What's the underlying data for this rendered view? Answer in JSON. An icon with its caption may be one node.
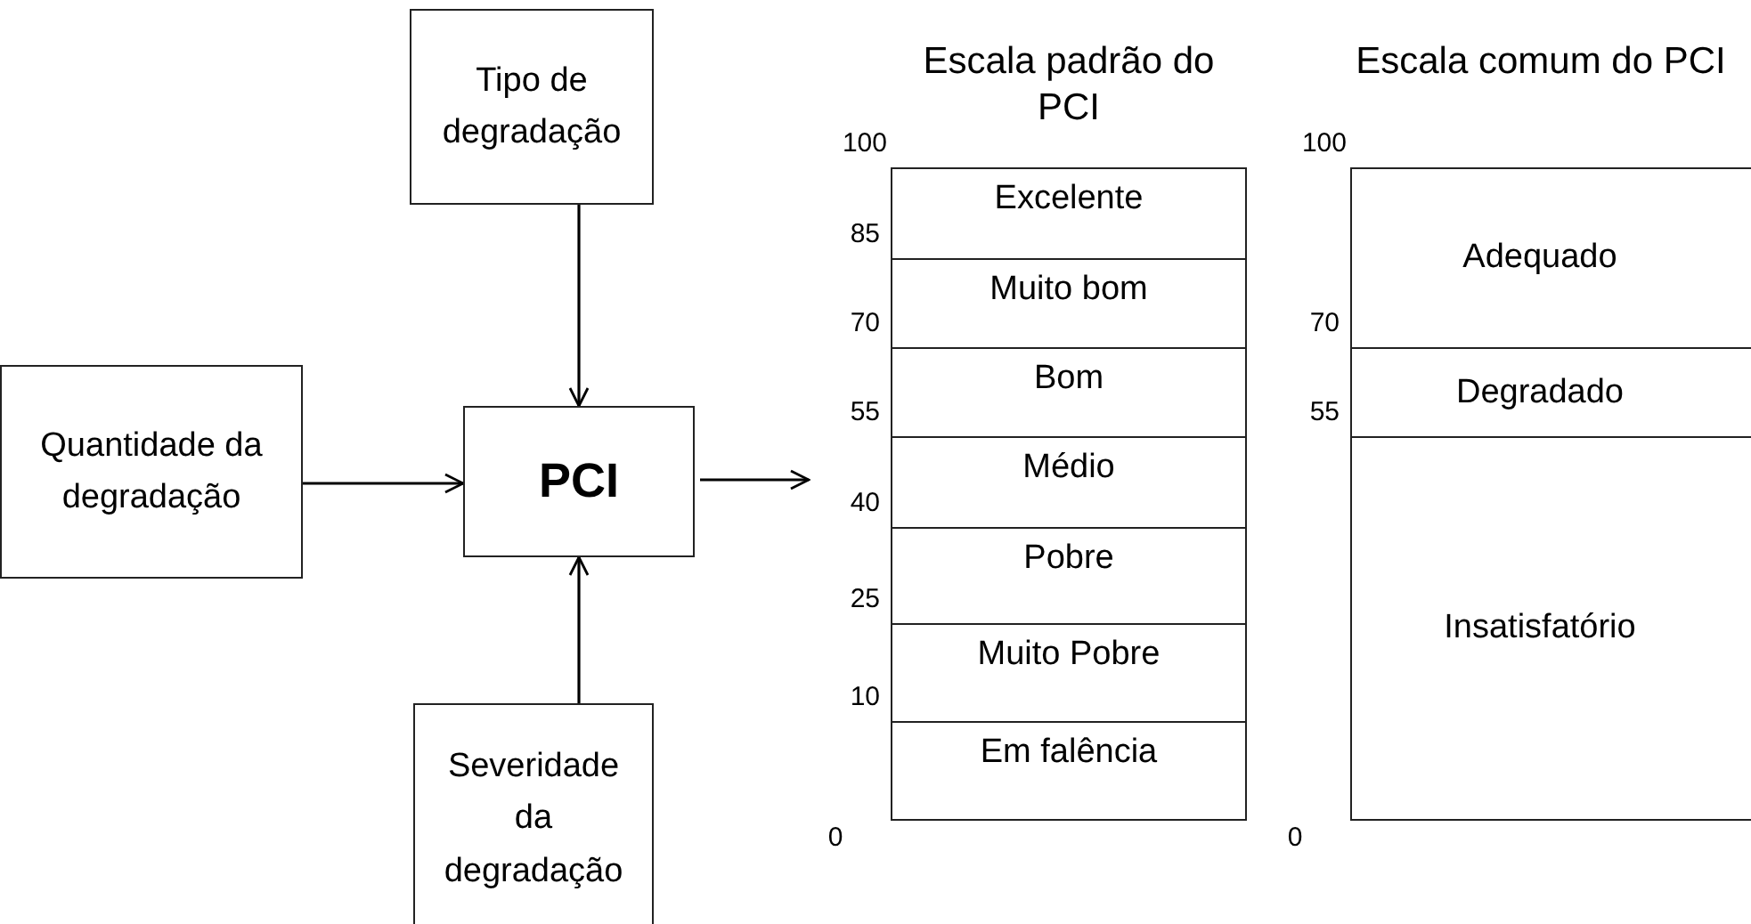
{
  "diagram": {
    "nodes": [
      {
        "text": [
          "Tipo de degradação"
        ]
      },
      {
        "text": [
          "Quantidade da degradação"
        ]
      },
      {
        "text": [
          "PCI"
        ]
      },
      {
        "text": [
          "Severidade da degradação"
        ]
      },
      {
        "text": [
          "Escala padrão do PCI"
        ]
      },
      {
        "text": [
          "Excelente"
        ],
        "in": 4
      },
      {
        "text": [
          "Muito bom"
        ],
        "in": 4
      },
      {
        "text": [
          "Bom"
        ],
        "in": 4
      },
      {
        "text": [
          "Médio"
        ],
        "in": 4
      },
      {
        "text": [
          "Pobre"
        ],
        "in": 4
      },
      {
        "text": [
          "Muito Pobre"
        ],
        "in": 4
      },
      {
        "text": [
          "Em falência"
        ],
        "in": 4
      },
      {
        "text": [
          "Escala comum do PCI"
        ]
      },
      {
        "text": [
          "Adequado"
        ],
        "in": 12
      },
      {
        "text": [
          "Degradado"
        ],
        "in": 12
      },
      {
        "text": [
          "Insatisfatório"
        ],
        "in": 12
      }
    ],
    "edges": [
      {
        "from": 0,
        "to": 2,
        "arrow": "to"
      },
      {
        "from": 1,
        "to": 2,
        "arrow": "to"
      },
      {
        "from": 3,
        "to": 2,
        "arrow": "to"
      },
      {
        "from": 2,
        "to": null,
        "arrow": "to"
      }
    ],
    "labels": [
      "100",
      "85",
      "70",
      "55",
      "40",
      "25",
      "10",
      "0",
      "100",
      "70",
      "55",
      "0"
    ]
  }
}
